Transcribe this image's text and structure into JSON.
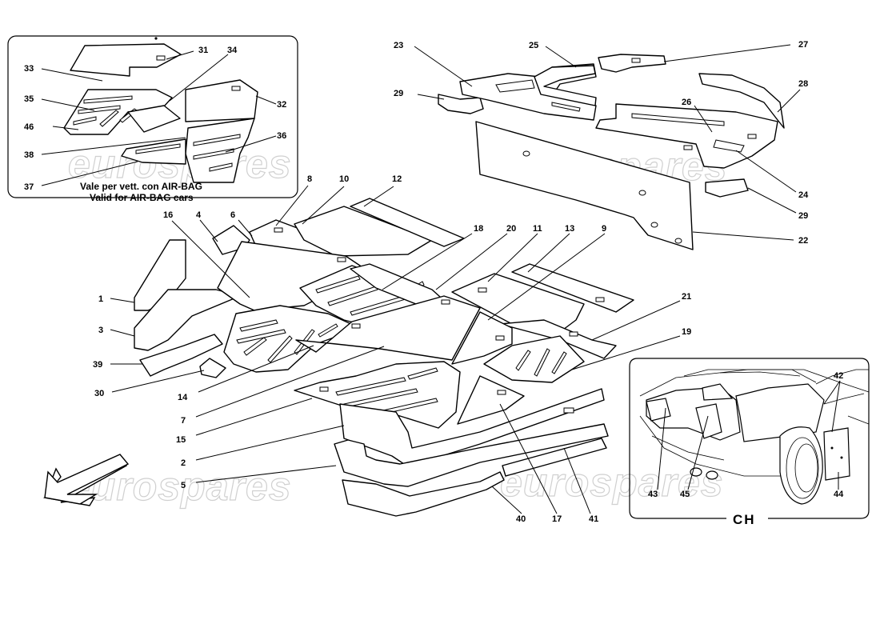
{
  "inset_note": {
    "line1": "Vale per vett. con AIR-BAG",
    "line2": "Valid for AIR-BAG cars"
  },
  "ch_label": "CH",
  "watermarks": [
    "eurospares",
    "eurospares",
    "eurospares",
    "eurospares"
  ],
  "callouts": {
    "n1": "1",
    "n2": "2",
    "n3": "3",
    "n4": "4",
    "n5": "5",
    "n6": "6",
    "n7": "7",
    "n8": "8",
    "n9": "9",
    "n10": "10",
    "n11": "11",
    "n12": "12",
    "n13": "13",
    "n14": "14",
    "n15": "15",
    "n16": "16",
    "n17": "17",
    "n18": "18",
    "n19": "19",
    "n20": "20",
    "n21": "21",
    "n22": "22",
    "n23": "23",
    "n24": "24",
    "n25": "25",
    "n26": "26",
    "n27": "27",
    "n28": "28",
    "n29a": "29",
    "n29b": "29",
    "n30": "30",
    "n31": "31",
    "n32": "32",
    "n33": "33",
    "n34": "34",
    "n35": "35",
    "n36": "36",
    "n37": "37",
    "n38": "38",
    "n39": "39",
    "n40": "40",
    "n41": "41",
    "n42": "42",
    "n43": "43",
    "n44": "44",
    "n45": "45",
    "n46": "46"
  }
}
